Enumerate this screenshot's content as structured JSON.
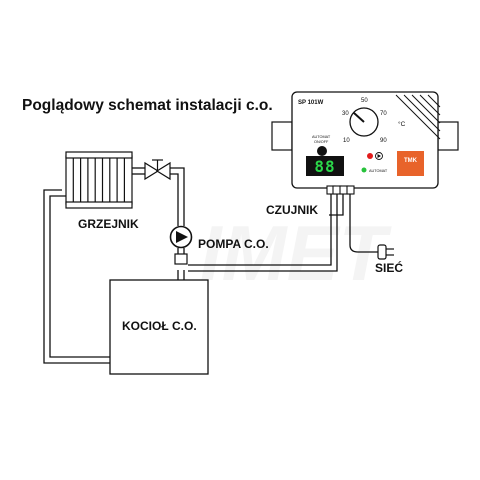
{
  "title": "Poglądowy schemat instalacji c.o.",
  "labels": {
    "radiator": "GRZEJNIK",
    "pump": "POMPA C.O.",
    "boiler": "KOCIOŁ C.O.",
    "sensor": "CZUJNIK",
    "mains": "SIEĆ"
  },
  "controller": {
    "model": "SP 101W",
    "unit": "°C",
    "dial_ticks": [
      "10",
      "30",
      "50",
      "70",
      "90"
    ],
    "switch_label_line1": "AUTOMAT",
    "switch_label_line2": "ON/OFF",
    "display_value": "88",
    "automat_label": "AUTOMAT",
    "brand": "TMK",
    "brand_color": "#e8632a",
    "display_color": "#2bd84a",
    "indicator_red": "#e21b1b",
    "indicator_green": "#27c23b"
  },
  "watermark": "IMET"
}
